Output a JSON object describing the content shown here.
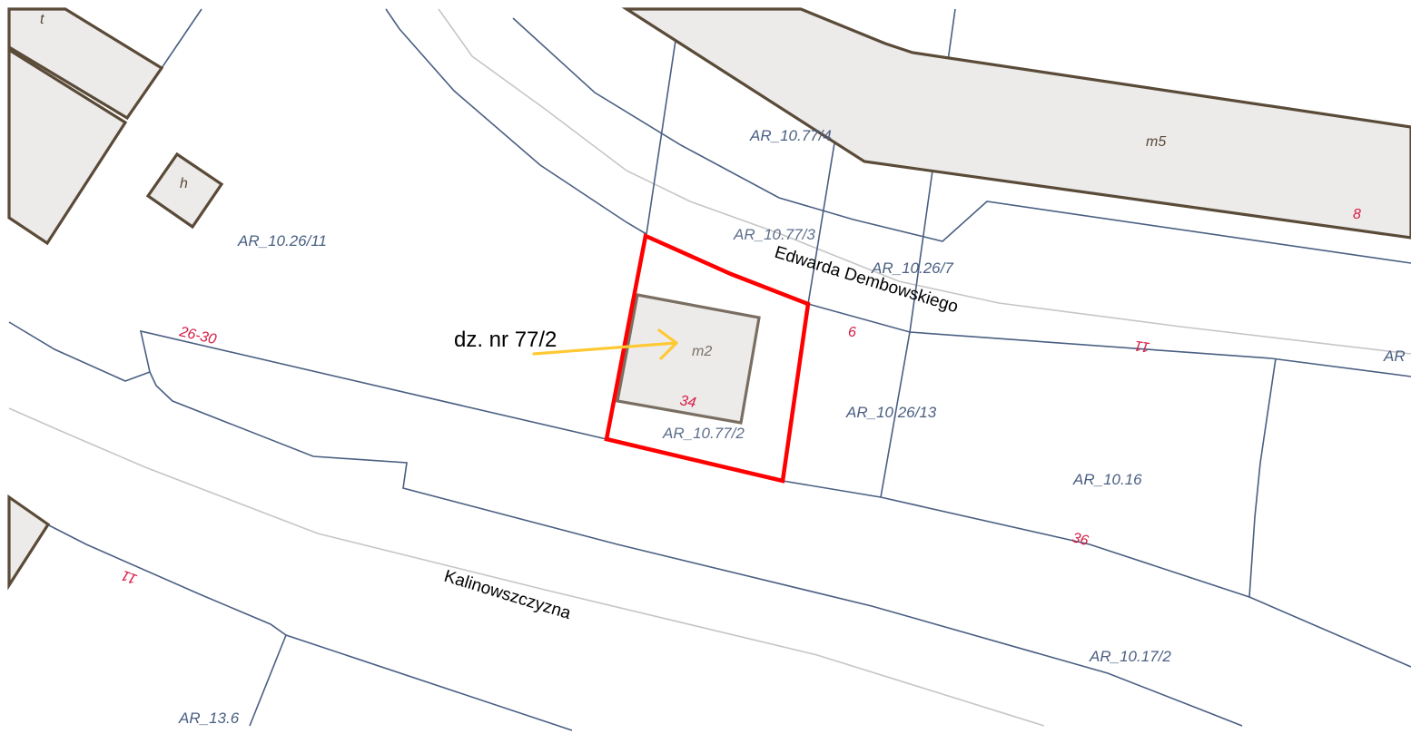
{
  "plot_callout": "dz. nr 77/2",
  "streets": {
    "dembowskiego": "Edwarda Dembowskiego",
    "kalinowszczyzna": "Kalinowszczyzna"
  },
  "parcels": {
    "p_10_26_11": "AR_10.26/11",
    "p_10_77_4": "AR_10.77/4",
    "p_10_77_3": "AR_10.77/3",
    "p_10_26_7": "AR_10.26/7",
    "p_10_77_2": "AR_10.77/2",
    "p_10_26_13": "AR_10.26/13",
    "p_10_16": "AR_10.16",
    "p_10_17_2": "AR_10.17/2",
    "p_13_6": "AR_13.6",
    "p_edge": "AR"
  },
  "buildings": {
    "t": "t",
    "h": "h",
    "m5": "m5",
    "m2": "m2"
  },
  "addresses": {
    "a_26_30": "26-30",
    "a_34": "34",
    "a_6": "6",
    "a_8": "8",
    "a_11_right": "11",
    "a_11_left": "11",
    "a_36": "36"
  },
  "colors": {
    "parcel_boundary": "#4a5f82",
    "building_outline": "#5a4a38",
    "building_fill": "#ecebe9",
    "highlight": "#ff0000",
    "arrow": "#ffc933",
    "address_number": "#d61c45",
    "road_centerline": "#c6c6c6"
  }
}
